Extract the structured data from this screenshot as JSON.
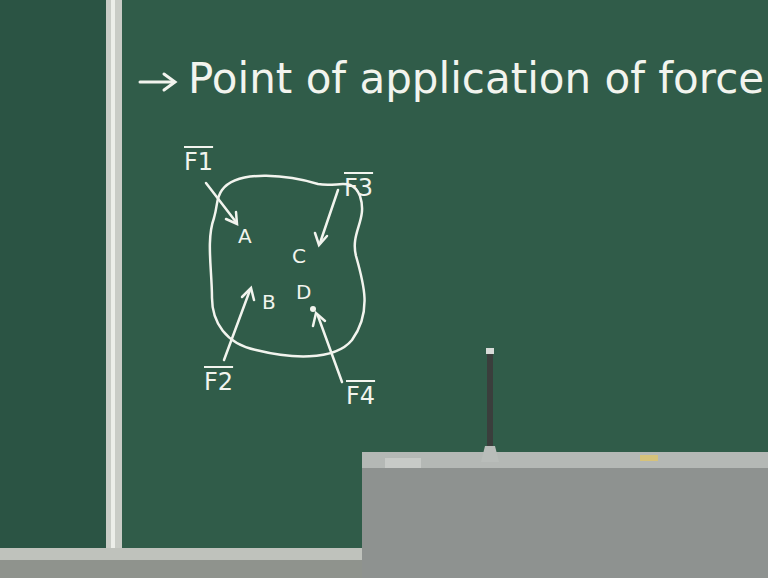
{
  "diagram": {
    "title": "Point of application of force",
    "labels": [
      "F1",
      "A",
      "F3",
      "C",
      "B",
      "D",
      "F2",
      "F4"
    ]
  }
}
